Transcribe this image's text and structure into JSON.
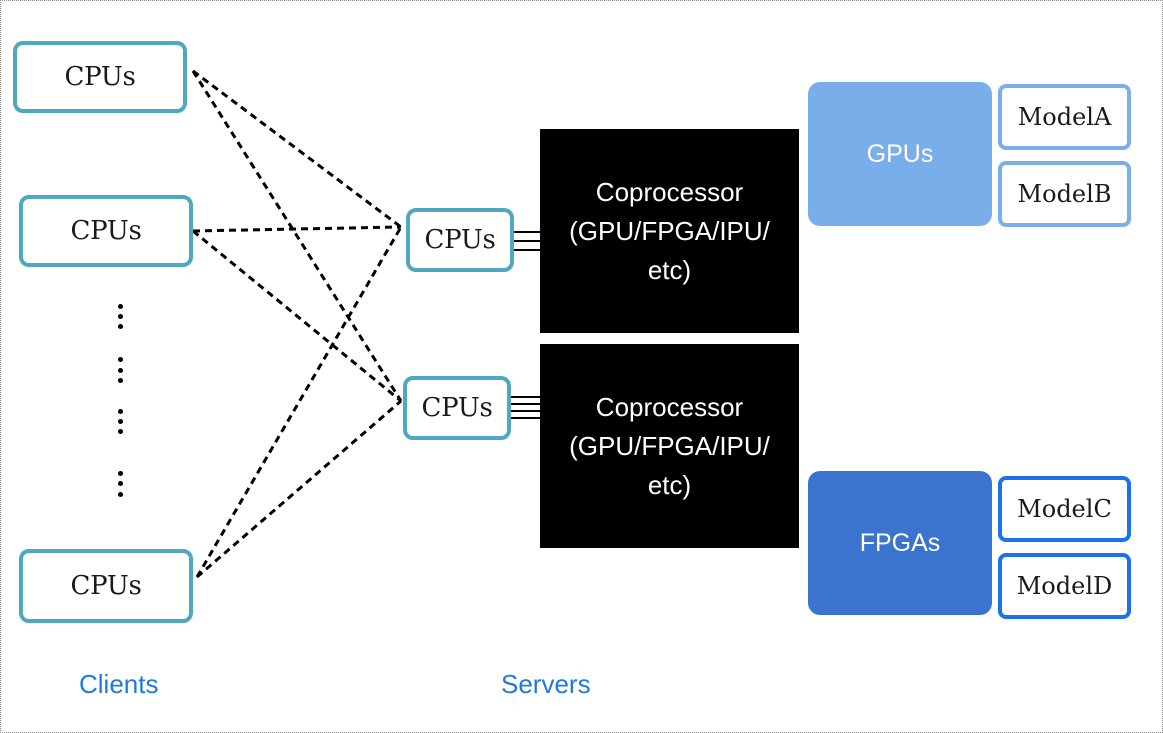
{
  "colors": {
    "cpu_border": "#4fa8c0",
    "coprocessor_fill": "#000000",
    "gpus_fill": "#7aaeeb",
    "fpgas_fill": "#3b74cf",
    "model_ab_border": "#7aaeeb",
    "model_cd_border": "#1a73e8",
    "group_label": "#1f7ae0"
  },
  "clients": {
    "label": "Clients",
    "nodes": [
      {
        "label": "CPUs"
      },
      {
        "label": "CPUs"
      },
      {
        "label": "CPUs"
      }
    ]
  },
  "servers": {
    "label": "Servers",
    "nodes": [
      {
        "cpu_label": "CPUs",
        "coprocessor_label": "Coprocessor\n(GPU/FPGA/IPU/\netc)"
      },
      {
        "cpu_label": "CPUs",
        "coprocessor_label": "Coprocessor\n(GPU/FPGA/IPU/\netc)"
      }
    ]
  },
  "accelerators": [
    {
      "label": "GPUs",
      "models": [
        "ModelA",
        "ModelB"
      ]
    },
    {
      "label": "FPGAs",
      "models": [
        "ModelC",
        "ModelD"
      ]
    }
  ]
}
